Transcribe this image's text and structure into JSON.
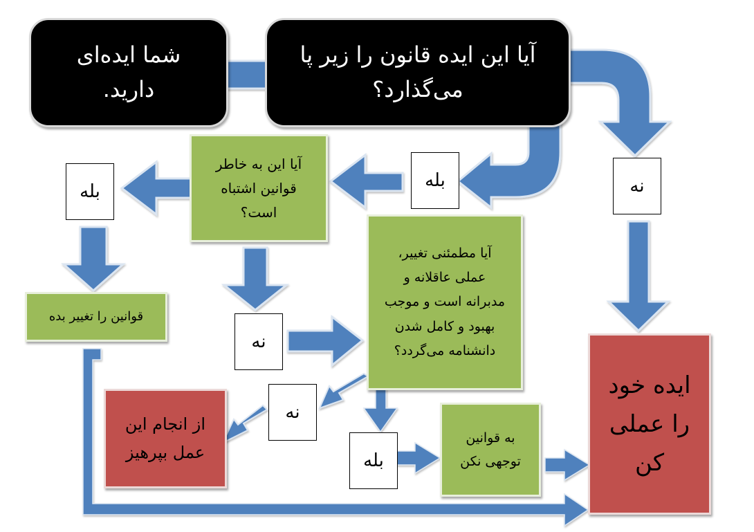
{
  "colors": {
    "arrow": "#4f81bd",
    "arrow_outline": "#dbe5f1",
    "start_box": "#000000",
    "question_box": "#9bbb59",
    "outcome_box": "#c0504d"
  },
  "nodes": {
    "start": "شما ایده‌ای\nدارید.",
    "q_breaks_rule": "آیا این ایده قانون را زیر پا\nمی‌گذارد؟",
    "q_wrong_rules": "آیا این به خاطر\nقوانین اشتباه\nاست؟",
    "q_sure": "آیا مطمئنی تغییر،\nعملی عاقلانه و\nمدبرانه است و موجب\nبهبود و کامل شدن\nدانشنامه می‌گردد؟",
    "change_rules": "قوانین را تغییر بده",
    "avoid": "از انجام این\nعمل بپرهیز",
    "ignore_rules": "به قوانین\nتوجهی نکن",
    "do_it": "ایده خود\nرا عملی\nکن"
  },
  "labels": {
    "yes_1": "بله",
    "no_1": "نه",
    "yes_2": "بله",
    "no_2": "نه",
    "no_3": "نه",
    "yes_3": "بله"
  }
}
